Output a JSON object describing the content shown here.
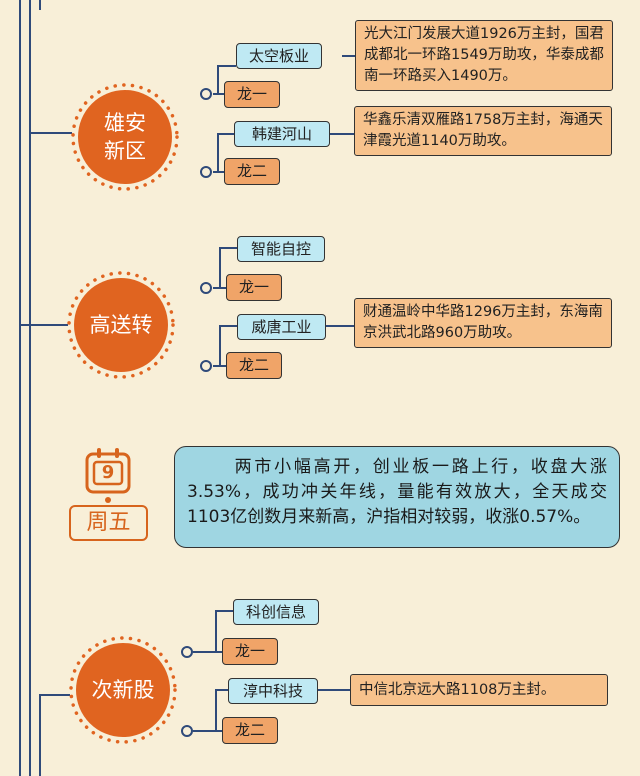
{
  "groups": [
    {
      "hub": "雄安\n新区",
      "stocks": [
        {
          "name": "太空板业",
          "rank": "龙一",
          "note": "光大江门发展大道1926万主封，国君成都北一环路1549万助攻，华泰成都南一环路买入1490万。"
        },
        {
          "name": "韩建河山",
          "rank": "龙二",
          "note": "华鑫乐清双雁路1758万主封，海通天津霞光道1140万助攻。"
        }
      ]
    },
    {
      "hub": "高送转",
      "stocks": [
        {
          "name": "智能自控",
          "rank": "龙一"
        },
        {
          "name": "威唐工业",
          "rank": "龙二",
          "note": "财通温岭中华路1296万主封，东海南京洪武北路960万助攻。"
        }
      ]
    },
    {
      "hub": "次新股",
      "stocks": [
        {
          "name": "科创信息",
          "rank": "龙一"
        },
        {
          "name": "淳中科技",
          "rank": "龙二",
          "note": "中信北京远大路1108万主封。"
        }
      ]
    }
  ],
  "day": {
    "date": "9",
    "weekday": "周五",
    "summary": "两市小幅高开，创业板一路上行，收盘大涨3.53%，成功冲关年线，量能有效放大，全天成交1103亿创数月来新高，沪指相对较弱，收涨0.57%。"
  },
  "colors": {
    "background": "#f8efd8",
    "hub": "#e06420",
    "tag": "#bfe9f3",
    "lead": "#f0a468",
    "note": "#f7c28c",
    "summary": "#9fd6e2",
    "line": "#2f4a7a"
  }
}
